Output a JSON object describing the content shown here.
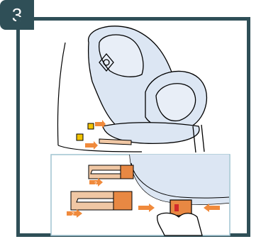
{
  "step": {
    "number": "3"
  },
  "colors": {
    "frame": "#2f4f57",
    "badge": "#2f4f57",
    "seat_fill": "#dce6f3",
    "arrow_orange": "#f08a3c",
    "connector_yellow": "#f2c300",
    "connector_peach": "#f0c7a4",
    "connector_orange": "#e88843",
    "detail_panel_border": "#9fc3d1",
    "button_red": "#d22a2a"
  },
  "icons": [
    "car-seat-illustration",
    "isofix-anchor-icon",
    "isofix-connector-icon",
    "arrow-right-icon",
    "arrow-left-icon",
    "hand-icon",
    "release-button-icon"
  ],
  "labels": {
    "arrow_index_1": "2",
    "arrow_index_2": "2"
  }
}
